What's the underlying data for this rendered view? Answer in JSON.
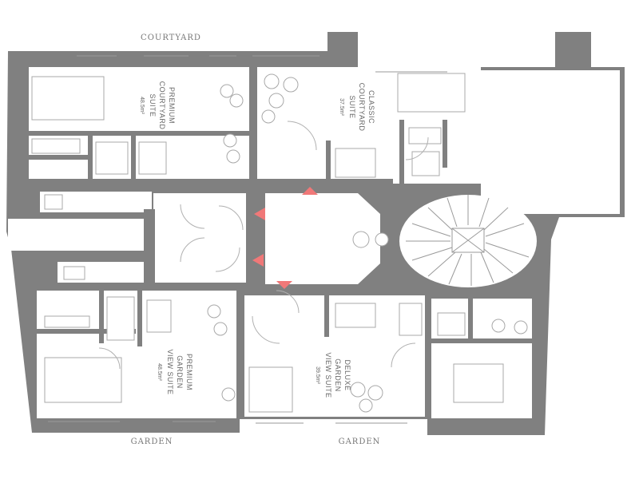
{
  "labels": {
    "courtyard": "COURTYARD",
    "garden_left": "GARDEN",
    "garden_right": "GARDEN"
  },
  "rooms": {
    "premium_courtyard": {
      "line1": "PREMIUM",
      "line2": "COURTYARD",
      "line3": "SUITE",
      "area": "48.5m²"
    },
    "classic_courtyard": {
      "line1": "CLASSIC",
      "line2": "COURTYARD",
      "line3": "SUITE",
      "area": "37.5m²"
    },
    "premium_garden": {
      "line1": "PREMIUM",
      "line2": "GARDEN",
      "line3": "VIEW SUITE",
      "area": "48.5m²"
    },
    "deluxe_garden": {
      "line1": "DELUXE",
      "line2": "GARDEN",
      "line3": "VIEW SUITE",
      "area": "39.5m²"
    }
  },
  "colors": {
    "wall": "#808080",
    "entry_arrow": "#f07878"
  }
}
